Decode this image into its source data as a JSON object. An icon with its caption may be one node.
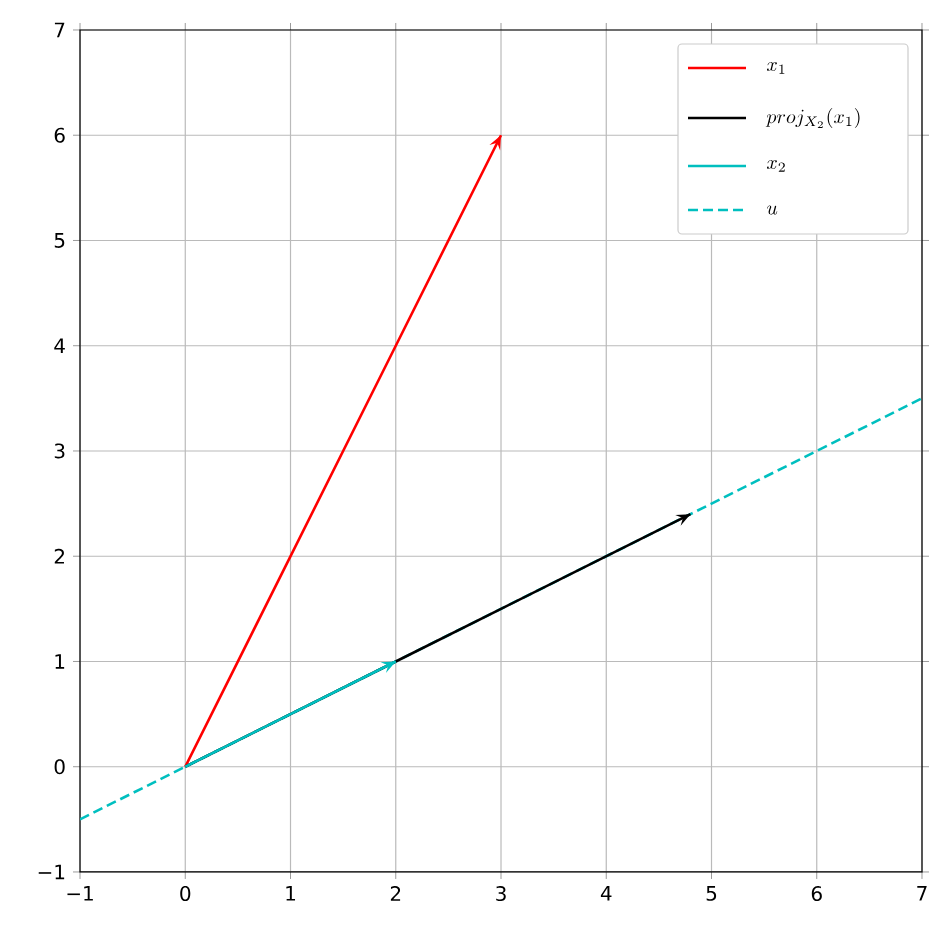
{
  "diagram": {
    "chart_data": {
      "type": "line",
      "x": [
        -1,
        0,
        2,
        3,
        4.8,
        7
      ],
      "grid": true,
      "xlim": [
        -1,
        7
      ],
      "ylim": [
        -1,
        7
      ],
      "xticks": [
        -1,
        0,
        1,
        2,
        3,
        4,
        5,
        6,
        7
      ],
      "yticks": [
        -1,
        0,
        1,
        2,
        3,
        4,
        5,
        6,
        7
      ],
      "series": [
        {
          "name": "x_1",
          "color": "#ff0000",
          "values": [
            null,
            0,
            4,
            6,
            null,
            null
          ]
        },
        {
          "name": "proj_{X_2}(x_1)",
          "color": "#000000",
          "values": [
            null,
            0,
            1,
            1.5,
            2.4,
            null
          ]
        },
        {
          "name": "x_2",
          "color": "#00bfbf",
          "values": [
            null,
            0,
            1,
            null,
            null,
            null
          ]
        },
        {
          "name": "u",
          "color": "#00bfbf",
          "line_style": "dashed",
          "values": [
            -0.5,
            0,
            1,
            1.5,
            2.4,
            3.5
          ]
        }
      ]
    }
  }
}
